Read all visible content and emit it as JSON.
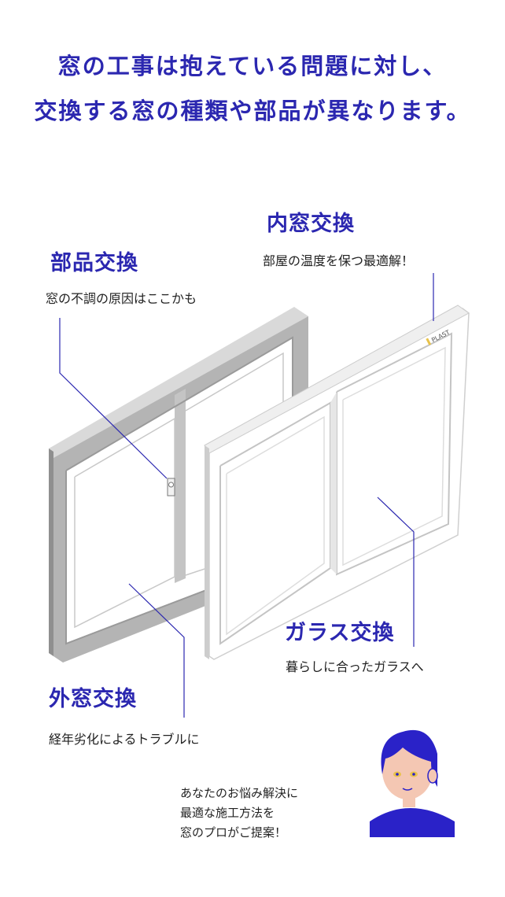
{
  "headline": {
    "line1": "窓の工事は抱えている問題に対し、",
    "line2": "交換する窓の種類や部品が異なります。"
  },
  "callouts": {
    "inner": {
      "title": "内窓交換",
      "desc": "部屋の温度を保つ最適解！"
    },
    "parts": {
      "title": "部品交換",
      "desc": "窓の不調の原因はここかも"
    },
    "glass": {
      "title": "ガラス交換",
      "desc": "暮らしに合ったガラスへ"
    },
    "outer": {
      "title": "外窓交換",
      "desc": "経年劣化によるトラブルに"
    }
  },
  "brand_tag": "PLAST",
  "speech": {
    "line1": "あなたのお悩み解決に",
    "line2": "最適な施工方法を",
    "line3": "窓のプロがご提案！"
  },
  "colors": {
    "accent": "#2b27b0",
    "text": "#222222",
    "frame_gray": "#a8a8a8",
    "hair": "#2a22c8",
    "shirt": "#2a22c8",
    "skin": "#f4c7b3"
  }
}
